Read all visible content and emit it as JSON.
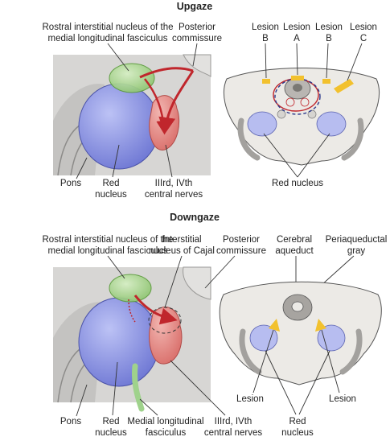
{
  "upgaze": {
    "title": "Upgaze",
    "riMLF": [
      "Rostral interstitial nucleus of the",
      "medial longitudinal fasciculus"
    ],
    "posterior_commissure": [
      "Posterior",
      "commissure"
    ],
    "pons": "Pons",
    "red_nucleus": [
      "Red",
      "nucleus"
    ],
    "nerves": [
      "IIIrd, IVth",
      "central nerves"
    ],
    "lesions": [
      {
        "top": "Lesion",
        "bottom": "B"
      },
      {
        "top": "Lesion",
        "bottom": "A"
      },
      {
        "top": "Lesion",
        "bottom": "B"
      },
      {
        "top": "Lesion",
        "bottom": "C"
      }
    ],
    "red_nucleus_section": "Red nucleus"
  },
  "downgaze": {
    "title": "Downgaze",
    "riMLF": [
      "Rostral interstitial nucleus of the",
      "medial longitudinal fasciculus"
    ],
    "cajal": [
      "Interstitial",
      "nucleus of Cajal"
    ],
    "posterior_commissure": [
      "Posterior",
      "commissure"
    ],
    "cerebral_aqueduct": [
      "Cerebral",
      "aqueduct"
    ],
    "periaqueductal_gray": [
      "Periaqueductal",
      "gray"
    ],
    "pons": "Pons",
    "red_nucleus": [
      "Red",
      "nucleus"
    ],
    "mlf": [
      "Medial longitudinal",
      "fasciculus"
    ],
    "nerves": [
      "IIIrd, IVth",
      "central nerves"
    ],
    "lesion_left": "Lesion",
    "lesion_right": "Lesion",
    "red_nucleus_section": [
      "Red",
      "nucleus"
    ]
  },
  "colors": {
    "panel_bg": "#d7d6d4",
    "red_nucleus": "#8f97e0",
    "riMLF": "#a9d58f",
    "nerve_nucleus": "#e48a86",
    "arrow": "#c0262c",
    "lesion": "#f2c12e",
    "section": "#eceae6",
    "aqueduct_gray": "#a7a4a0"
  }
}
